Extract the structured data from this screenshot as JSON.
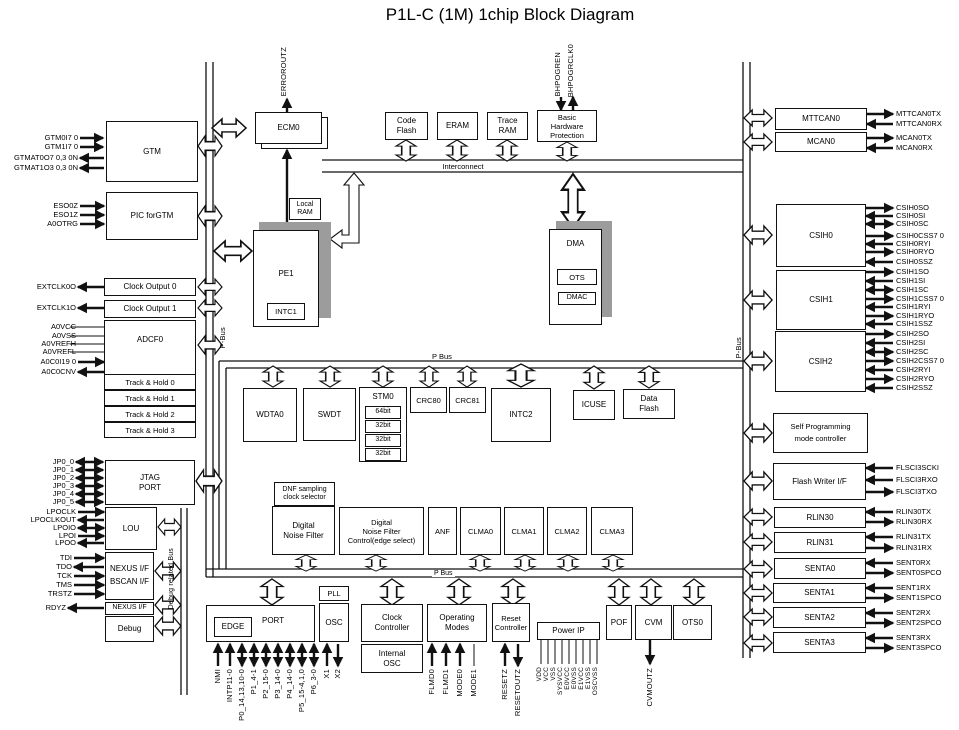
{
  "title": "P1L-C (1M) 1chip Block Diagram",
  "buses": {
    "interconnect": "Interconnect",
    "pbus_mid": "P Bus",
    "pbus_bottom": "P Bus",
    "pbus_left": "P-Bus",
    "pbus_right": "P-Bus",
    "debug_bus": "Debug related Bus"
  },
  "colors": {
    "line": "#111111",
    "shadow": "#9c9c9c",
    "background": "#ffffff"
  },
  "left": {
    "gtm": {
      "label": "GTM",
      "signals": [
        "GTM0I7 0",
        "GTM1I7 0",
        "GTMAT0O7 0,3 0N",
        "GTMAT1O3 0,3 0N"
      ]
    },
    "pic": {
      "label": "PIC forGTM",
      "signals": [
        "ESO0Z",
        "ESO1Z",
        "A0OTRG"
      ]
    },
    "clkout0": {
      "label": "Clock Output 0",
      "signal": "EXTCLK0O"
    },
    "clkout1": {
      "label": "Clock Output 1",
      "signal": "EXTCLK1O"
    },
    "adcf0": {
      "label": "ADCF0",
      "signals": [
        "A0VCC",
        "A0VSS",
        "A0VREFH",
        "A0VREFL",
        "A0C0I19 0",
        "A0C0CNV"
      ],
      "tracks": [
        "Track & Hold 0",
        "Track & Hold 1",
        "Track & Hold 2",
        "Track & Hold 3"
      ]
    },
    "jtag": {
      "label": "JTAG\nPORT",
      "signals": [
        "JP0_0",
        "JP0_1",
        "JP0_2",
        "JP0_3",
        "JP0_4",
        "JP0_5"
      ]
    },
    "lou": {
      "label": "LOU",
      "signals": [
        "LPOCLK",
        "LPOCLKOUT",
        "LPOIO",
        "LPOI",
        "LPOO"
      ]
    },
    "nexus": {
      "label": "NEXUS I/F\nBSCAN I/F",
      "signals": [
        "TDI",
        "TDO",
        "TCK",
        "TMS",
        "TRSTZ"
      ]
    },
    "nexus2": {
      "label": "NEXUS I/F",
      "signal": "RDYZ"
    },
    "debug": {
      "label": "Debug"
    }
  },
  "center": {
    "ecm0": "ECM0",
    "erroroutz": "ERROROUTZ",
    "code_flash": "Code\nFlash",
    "eram": "ERAM",
    "trace_ram": "Trace\nRAM",
    "bhp": "Basic\nHardware\nProtection",
    "bhp_signals": [
      "BHPOGREN",
      "BHPOGRCLK0"
    ],
    "local_ram": "Local\nRAM",
    "pe1": "PE1",
    "intc1": "INTC1",
    "dma": "DMA",
    "ots": "OTS",
    "dmac": "DMAC",
    "row1": {
      "wdta0": "WDTA0",
      "swdt": "SWDT",
      "stm0": "STM0",
      "stm0_ch": [
        "64bit",
        "32bit",
        "32bit",
        "32bit"
      ],
      "crc0": "CRC80",
      "crc1": "CRC81",
      "intc2": "INTC2",
      "icuse": "ICUSE",
      "data_flash": "Data\nFlash"
    },
    "row2": {
      "dnf_sel": "DNF sampling\nclock selector",
      "dnf": "Digital\nNoise Filter",
      "dnfc": "Digital\nNoise Filter\nControl(edge select)",
      "anf": "ANF",
      "clma": [
        "CLMA0",
        "CLMA1",
        "CLMA2",
        "CLMA3"
      ]
    }
  },
  "bottom": {
    "edge": "EDGE",
    "port": "PORT",
    "pll": "PLL",
    "osc": "OSC",
    "clock_ctrl": "Clock\nController",
    "internal_osc": "Internal\nOSC",
    "op_modes": "Operating\nModes",
    "reset_ctrl": "Reset\nController",
    "power_ip": "Power IP",
    "pof": "POF",
    "cvm": "CVM",
    "ots0": "OTS0",
    "port_pins": [
      "NMI",
      "INTP11-0",
      "P0_14,13,10-0",
      "P1_4-1",
      "P2_15-0",
      "P3_14-0",
      "P4_14-0",
      "P5_15-4,1,0",
      "P6_3-0"
    ],
    "xtal": [
      "X1",
      "X2"
    ],
    "mode_pins": [
      "FLMD0",
      "FLMD1",
      "MODE0",
      "MODE1"
    ],
    "reset_pins": [
      "RESETZ",
      "RESETOUTZ"
    ],
    "power_pins": [
      "VDD",
      "VCC",
      "VSS",
      "SYSVCC",
      "E0VCC",
      "E0VSS",
      "E1VCC",
      "E1VSS",
      "OSCVSS"
    ],
    "cvmoutz": "CVMOUTZ"
  },
  "right": {
    "mttcan0": {
      "label": "MTTCAN0",
      "signals": [
        "MTTCAN0TX",
        "MTTCAN0RX"
      ]
    },
    "mcan0": {
      "label": "MCAN0",
      "signals": [
        "MCAN0TX",
        "MCAN0RX"
      ]
    },
    "csih0": {
      "label": "CSIH0",
      "signals": [
        "CSIH0SO",
        "CSIH0SI",
        "CSIH0SC",
        "CSIH0CSS7 0",
        "CSIH0RYI",
        "CSIH0RYO",
        "CSIH0SSZ"
      ]
    },
    "csih1": {
      "label": "CSIH1",
      "signals": [
        "CSIH1SO",
        "CSIH1SI",
        "CSIH1SC",
        "CSIH1CSS7 0",
        "CSIH1RYI",
        "CSIH1RYO",
        "CSIH1SSZ"
      ]
    },
    "csih2": {
      "label": "CSIH2",
      "signals": [
        "CSIH2SO",
        "CSIH2SI",
        "CSIH2SC",
        "CSIH2CSS7 0",
        "CSIH2RYI",
        "CSIH2RYO",
        "CSIH2SSZ"
      ]
    },
    "self_prog": {
      "label": "Self Programming\nmode controller"
    },
    "flash_writer": {
      "label": "Flash Writer I/F",
      "signals": [
        "FLSCI3SCKI",
        "FLSCI3RXO",
        "FLSCI3TXO"
      ]
    },
    "rlin30": {
      "label": "RLIN30",
      "signals": [
        "RLIN30TX",
        "RLIN30RX"
      ]
    },
    "rlin31": {
      "label": "RLIN31",
      "signals": [
        "RLIN31TX",
        "RLIN31RX"
      ]
    },
    "senta0": {
      "label": "SENTA0",
      "signals": [
        "SENT0RX",
        "SENT0SPCO"
      ]
    },
    "senta1": {
      "label": "SENTA1",
      "signals": [
        "SENT1RX",
        "SENT1SPCO"
      ]
    },
    "senta2": {
      "label": "SENTA2",
      "signals": [
        "SENT2RX",
        "SENT2SPCO"
      ]
    },
    "senta3": {
      "label": "SENTA3",
      "signals": [
        "SENT3RX",
        "SENT3SPCO"
      ]
    }
  }
}
